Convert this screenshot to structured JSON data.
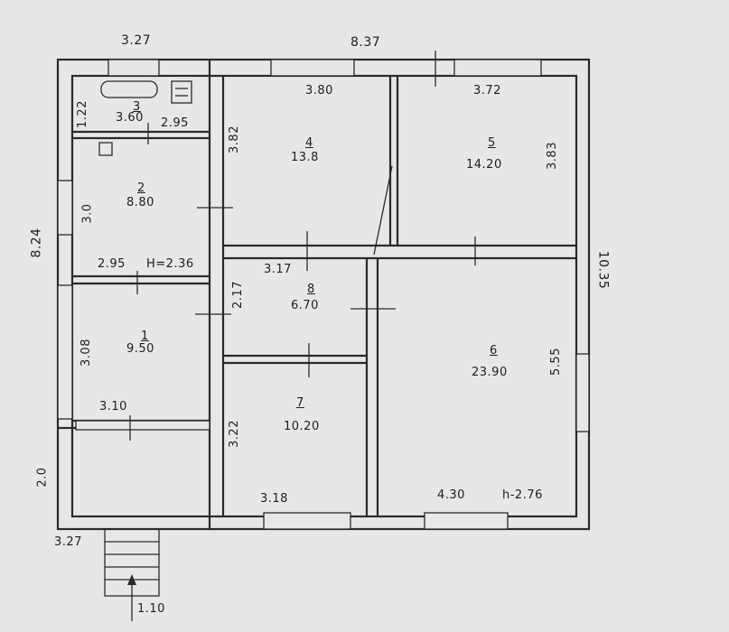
{
  "overall": {
    "top_left": "3.27",
    "top_right": "8.37",
    "left": "8.24",
    "right": "10.35",
    "bottom_left": "3.27",
    "porch": "2.0",
    "stairs": "1.10"
  },
  "rooms": [
    {
      "num": "3",
      "area": "3.60",
      "dims": [
        "1.22",
        "2.95"
      ]
    },
    {
      "num": "2",
      "area": "8.80",
      "dims": [
        "3.0",
        "2.95"
      ],
      "height": "H=2.36"
    },
    {
      "num": "1",
      "area": "9.50",
      "dims": [
        "3.08",
        "3.10"
      ]
    },
    {
      "num": "4",
      "area": "13.8",
      "dims": [
        "3.80",
        "3.82"
      ]
    },
    {
      "num": "5",
      "area": "14.20",
      "dims": [
        "3.72",
        "3.83"
      ]
    },
    {
      "num": "8",
      "area": "6.70",
      "dims": [
        "3.17",
        "2.17"
      ]
    },
    {
      "num": "7",
      "area": "10.20",
      "dims": [
        "3.22",
        "3.18"
      ]
    },
    {
      "num": "6",
      "area": "23.90",
      "dims": [
        "5.55",
        "4.30"
      ],
      "height": "h-2.76"
    }
  ]
}
